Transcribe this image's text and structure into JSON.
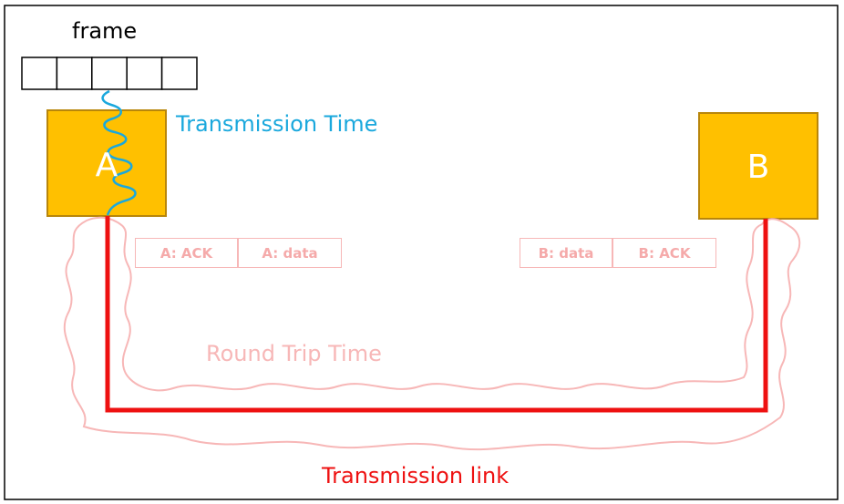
{
  "frame_label": "frame",
  "transmission_time_label": "Transmission Time",
  "round_trip_time_label": "Round Trip Time",
  "transmission_link_label": "Transmission link",
  "nodes": {
    "a": "A",
    "b": "B"
  },
  "packets_a": [
    "A: ACK",
    "A: data"
  ],
  "packets_b": [
    "B: data",
    "B: ACK"
  ],
  "colors": {
    "node_fill": "#ffc000",
    "node_border": "#b8860b",
    "transmission_time": "#1aa8dd",
    "round_trip": "#f7b7b7",
    "link": "#ee1111"
  }
}
